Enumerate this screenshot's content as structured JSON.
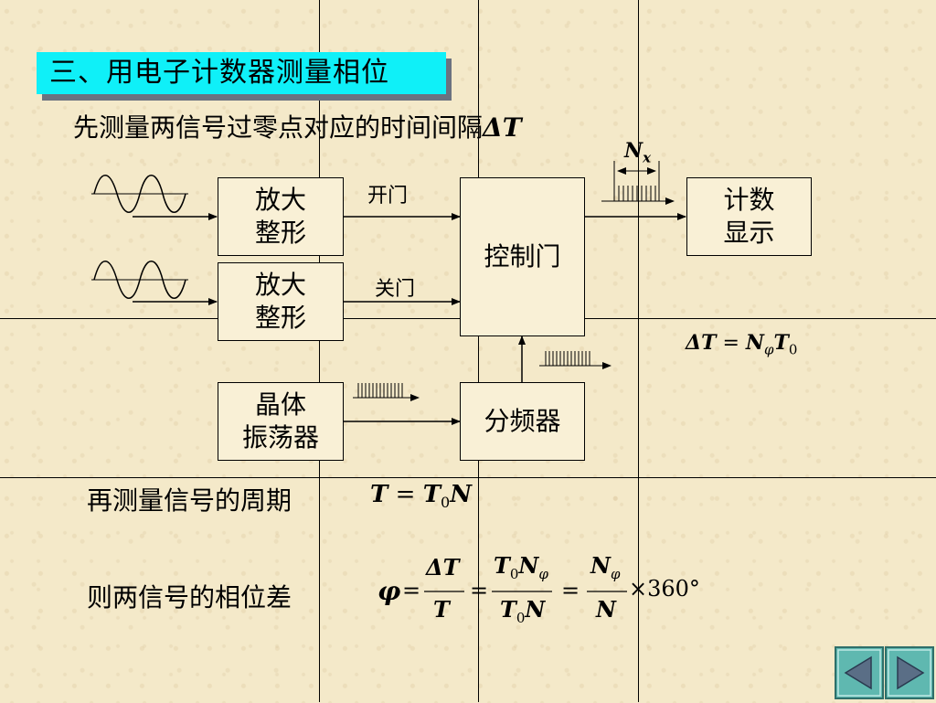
{
  "title": "三、用电子计数器测量相位",
  "line1": {
    "text": "先测量两信号过零点对应的时间间隔",
    "symbol": "ΔT"
  },
  "blocks": {
    "amp1": [
      "放大",
      "整形"
    ],
    "amp2": [
      "放大",
      "整形"
    ],
    "osc": [
      "晶体",
      "振荡器"
    ],
    "gate": "控制门",
    "divider": "分频器",
    "counter": [
      "计数",
      "显示"
    ]
  },
  "labels": {
    "open": "开门",
    "close": "关门",
    "nx_main": "N",
    "nx_sub": "x"
  },
  "formula_dt": {
    "lhs": "ΔT",
    "eq": "=",
    "n": "N",
    "n_sub": "φ",
    "t": "T",
    "t_sub": "0"
  },
  "line2": {
    "text": "再测量信号的周期",
    "f_t": "T",
    "f_eq": "=",
    "f_t0": "T",
    "f_t0_sub": "0",
    "f_n": "N"
  },
  "line3": {
    "text": "则两信号的相位差",
    "phi": "φ",
    "eq": "=",
    "f1_num": "ΔT",
    "f1_den": "T",
    "f2_num_t": "T",
    "f2_num_sub": "0",
    "f2_num_n": "N",
    "f2_num_nsub": "φ",
    "f2_den_t": "T",
    "f2_den_sub": "0",
    "f2_den_n": "N",
    "f3_num": "N",
    "f3_num_sub": "φ",
    "f3_den": "N",
    "times": "×",
    "deg": "360°"
  },
  "nav": {
    "prev": "previous-slide",
    "next": "next-slide",
    "accent": "#5fb8b0"
  }
}
